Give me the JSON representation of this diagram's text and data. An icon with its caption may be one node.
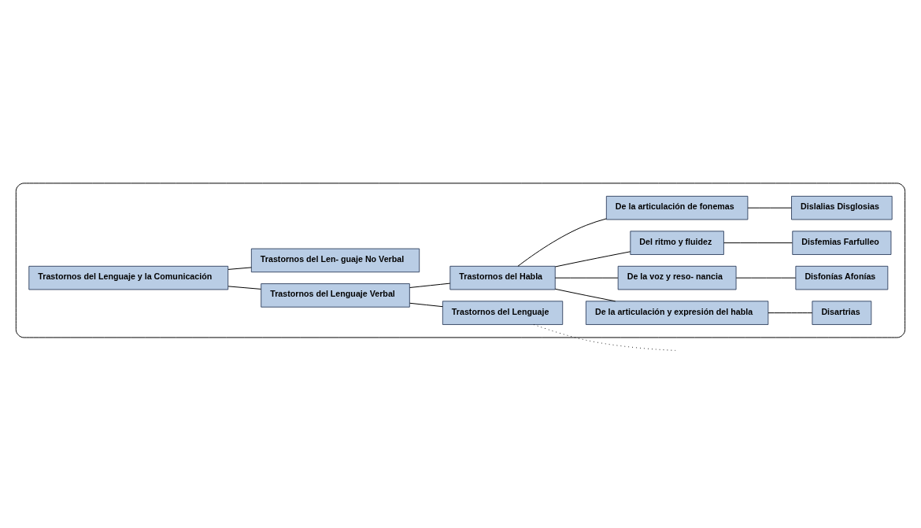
{
  "diagram": {
    "nodes": [
      {
        "text": [],
        "shape": "box"
      },
      {
        "text": [
          "Trastornos del Lenguaje y la Comunicación"
        ],
        "in": 0
      },
      {
        "text": [
          "Trastornos del Lenguaje Verbal"
        ],
        "in": 0
      },
      {
        "text": [
          "Trastornos del Len- guaje No Verbal"
        ],
        "in": 0
      },
      {
        "text": [
          "Trastornos del Habla"
        ],
        "in": 0
      },
      {
        "text": [
          "Trastornos del Lenguaje"
        ],
        "in": 0
      },
      {
        "text": [
          "De la articulación de fonemas"
        ],
        "in": 0
      },
      {
        "text": [
          "De la articulación y expresión del habla"
        ],
        "in": 0
      },
      {
        "text": [
          "De la voz y reso- nancia"
        ],
        "in": 0
      },
      {
        "text": [
          "Del ritmo y fluidez"
        ],
        "in": 0
      },
      {
        "text": [
          "Dislalias Disglosias"
        ],
        "in": 0
      },
      {
        "text": [
          "Disartrias"
        ],
        "in": 0
      },
      {
        "text": [
          "Disfonías Afonías"
        ],
        "in": 0
      },
      {
        "text": [
          "Disfemias Farfulleo"
        ],
        "in": 0
      }
    ],
    "edges": [
      {
        "from": 1,
        "to": 2,
        "arrow": "none"
      },
      {
        "from": 1,
        "to": 3,
        "arrow": "none"
      },
      {
        "from": 2,
        "to": 4,
        "arrow": "none"
      },
      {
        "from": 2,
        "to": 5,
        "arrow": "none"
      },
      {
        "from": 4,
        "to": 6,
        "arrow": "none"
      },
      {
        "from": 4,
        "to": 7,
        "arrow": "none"
      },
      {
        "from": 4,
        "to": 8,
        "arrow": "none"
      },
      {
        "from": 4,
        "to": 9,
        "arrow": "none"
      },
      {
        "from": 6,
        "to": 10,
        "arrow": "none"
      },
      {
        "from": 7,
        "to": 11,
        "arrow": "none"
      },
      {
        "from": 8,
        "to": 12,
        "arrow": "none"
      },
      {
        "from": 9,
        "to": 13,
        "arrow": "none"
      },
      {
        "from": 5,
        "to": null,
        "arrow": "none",
        "style": "dashed"
      }
    ]
  }
}
